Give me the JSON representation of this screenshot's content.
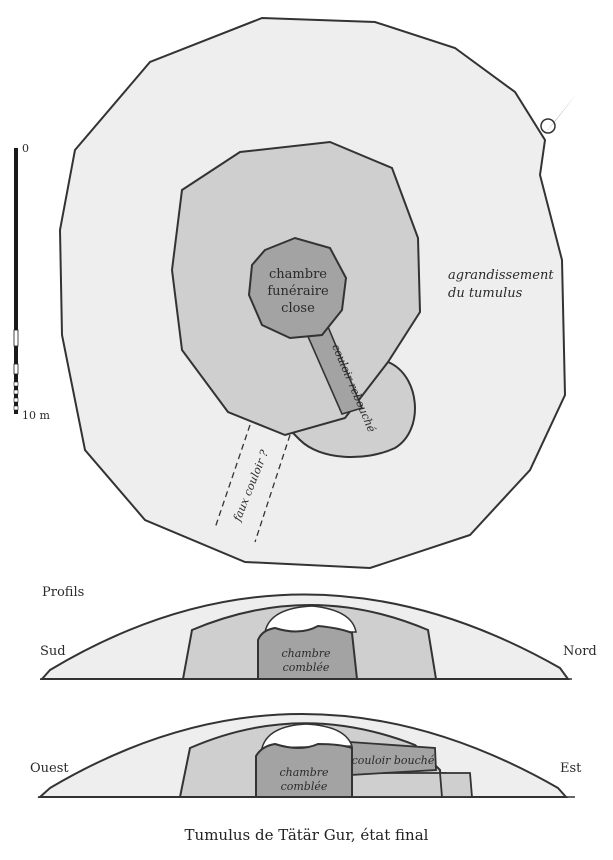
{
  "plan": {
    "chamber_label": [
      "chambre",
      "funéraire",
      "close"
    ],
    "corridor_label": "couloir rebouché",
    "enlargement_label": [
      "agrandissement",
      "du tumulus"
    ],
    "false_corridor_label": "faux couloir ?"
  },
  "scale": {
    "zero": "0",
    "max": "10 m"
  },
  "profiles": {
    "title": "Profils",
    "top": {
      "left": "Sud",
      "right": "Nord",
      "chamber_label": [
        "chambre",
        "comblée"
      ]
    },
    "bottom": {
      "left": "Ouest",
      "right": "Est",
      "chamber_label": [
        "chambre",
        "comblée"
      ],
      "corridor_label": "couloir bouché"
    }
  },
  "caption": "Tumulus de Tätär Gur, état final",
  "colors": {
    "outer": "#eeeeee",
    "inner": "#cfcfcf",
    "chamber": "#a3a3a3",
    "line": "#333333"
  },
  "icons": {
    "north_arrow": "north-arrow-icon"
  }
}
